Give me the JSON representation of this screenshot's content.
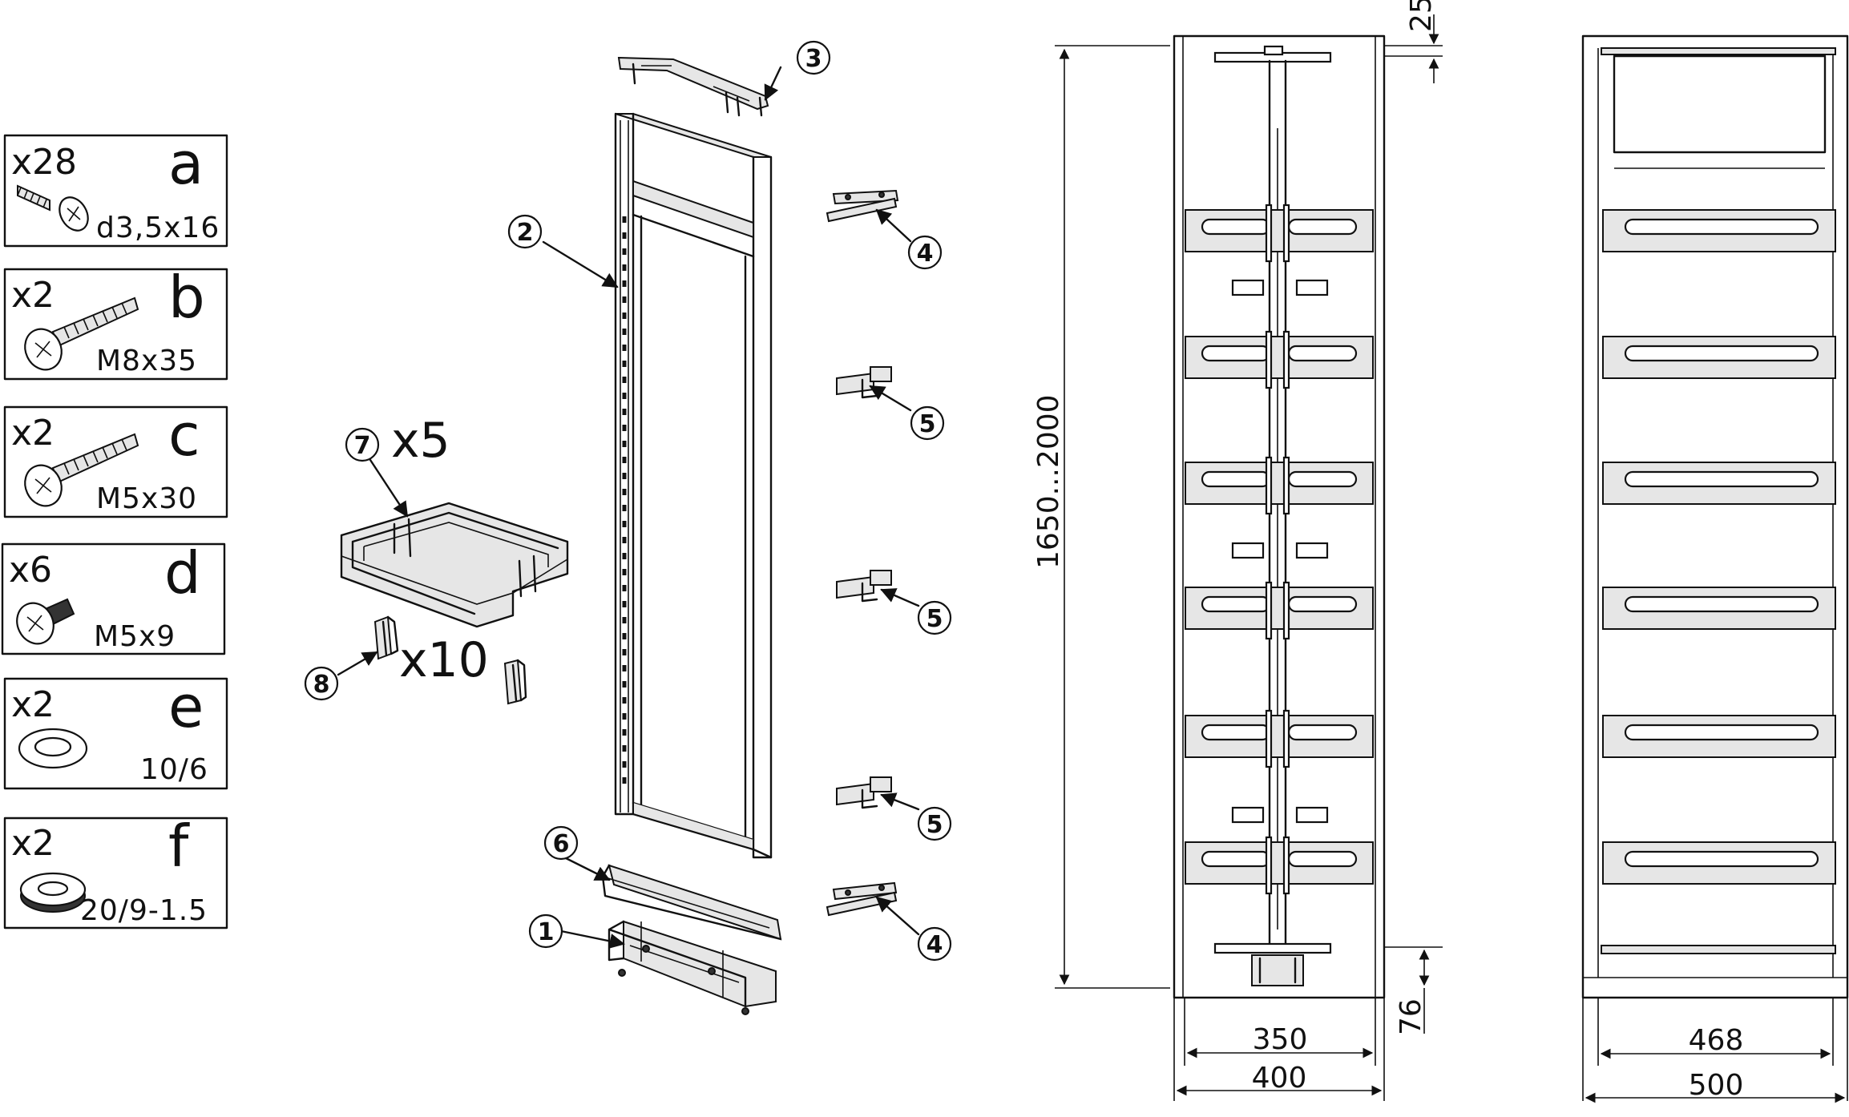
{
  "hardware": [
    {
      "qty": "x28",
      "letter": "a",
      "size": "d3,5x16",
      "icon": "wood-screw-icon"
    },
    {
      "qty": "x2",
      "letter": "b",
      "size": "M8x35",
      "icon": "machine-bolt-icon"
    },
    {
      "qty": "x2",
      "letter": "c",
      "size": "M5x30",
      "icon": "machine-bolt-icon"
    },
    {
      "qty": "x6",
      "letter": "d",
      "size": "M5x9",
      "icon": "short-bolt-icon"
    },
    {
      "qty": "x2",
      "letter": "e",
      "size": "10/6",
      "icon": "washer-icon"
    },
    {
      "qty": "x2",
      "letter": "f",
      "size": "20/9-1.5",
      "icon": "thick-washer-icon"
    }
  ],
  "callouts": {
    "c1": "1",
    "c2": "2",
    "c3": "3",
    "c4a": "4",
    "c4b": "4",
    "c5a": "5",
    "c5b": "5",
    "c5c": "5",
    "c6": "6",
    "c7": "7",
    "c8": "8"
  },
  "multipliers": {
    "basket": "x5",
    "clip": "x10"
  },
  "dimensions": {
    "height_range": "1650...2000",
    "top_offset": "25",
    "bottom_offset": "76",
    "inner_width_front": "350",
    "outer_width_front": "400",
    "inner_width_side": "468",
    "outer_width_side": "500"
  }
}
